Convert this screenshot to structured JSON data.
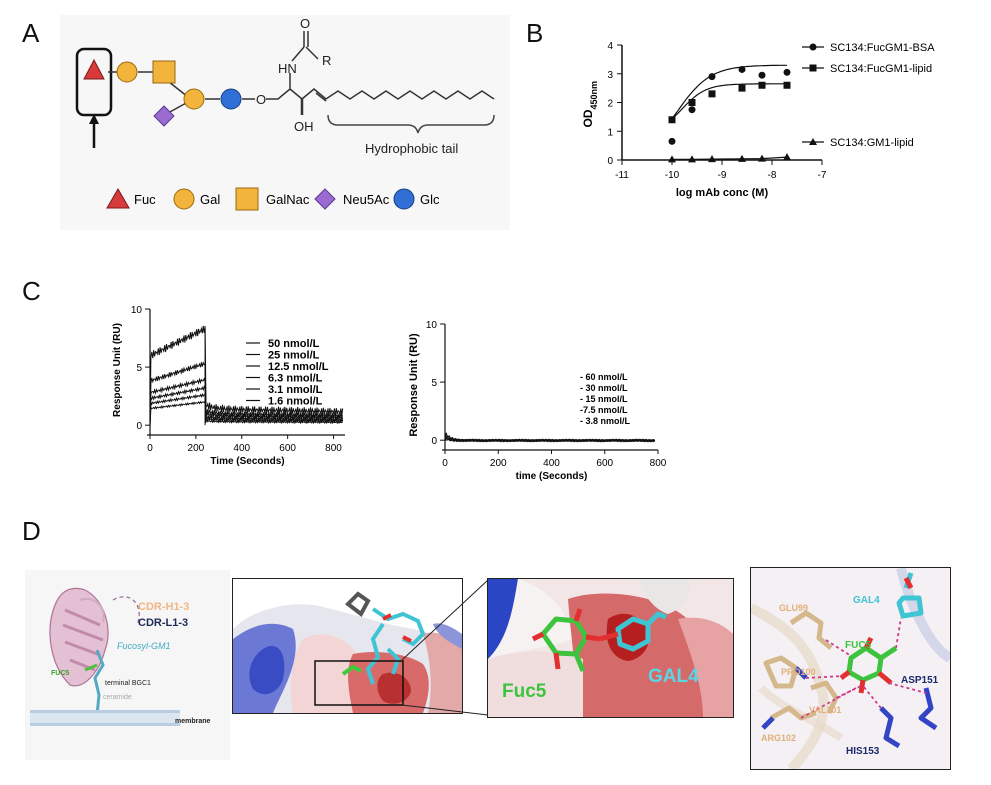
{
  "panels": {
    "A": {
      "letter": "A",
      "r_group": "R",
      "o_atom": "O",
      "hn": "HN",
      "oh": "OH",
      "o_link": "O",
      "tail_label": "Hydrophobic tail",
      "legend": [
        {
          "shape": "triangle",
          "color": "#d63a3a",
          "label": "Fuc"
        },
        {
          "shape": "circle",
          "color": "#f2b43a",
          "label": "Gal"
        },
        {
          "shape": "square",
          "color": "#f2b43a",
          "label": "GalNac"
        },
        {
          "shape": "diamond",
          "color": "#9b6bd1",
          "label": "Neu5Ac"
        },
        {
          "shape": "circle",
          "color": "#2f6fd6",
          "label": "Glc"
        }
      ]
    },
    "B": {
      "letter": "B"
    },
    "C": {
      "letter": "C"
    },
    "D": {
      "letter": "D",
      "cdr_h": "CDR-H1-3",
      "cdr_l": "CDR-L1-3",
      "fucosyl": "Fucosyl-GM1",
      "fuc5_small": "FUC5",
      "terminal": "terminal BGC1",
      "ceramide": "ceramide",
      "membrane": "membrane",
      "fuc5_big": "Fuc5",
      "gal4_big": "GAL4",
      "residues": {
        "glu": "GLU99",
        "gal4": "GAL4",
        "fuc5": "FUC5",
        "pro": "PRO100",
        "val": "VAL101",
        "arg": "ARG102",
        "asp": "ASP151",
        "his": "HIS153"
      }
    }
  },
  "chart_data": [
    {
      "type": "scatter",
      "panel": "B",
      "ylabel": "OD",
      "ylabel_sub": "450nm",
      "xlabel": "log mAb conc (M)",
      "xlim": [
        -11,
        -7
      ],
      "ylim": [
        0,
        4
      ],
      "xticks": [
        "-11",
        "-10",
        "-9",
        "-8",
        "-7"
      ],
      "yticks": [
        "0",
        "1",
        "2",
        "3",
        "4"
      ],
      "legend_position": "right",
      "series": [
        {
          "name": "SC134:FucGM1-BSA",
          "marker": "circle",
          "x": [
            -10,
            -9.6,
            -9.2,
            -8.6,
            -8.2,
            -7.7
          ],
          "y": [
            0.65,
            1.75,
            2.9,
            3.15,
            2.95,
            3.05
          ],
          "fit": [
            0.05,
            3.3,
            -9.9,
            1.3
          ]
        },
        {
          "name": "SC134:FucGM1-lipid",
          "marker": "square",
          "x": [
            -10,
            -9.6,
            -9.2,
            -8.6,
            -8.2,
            -7.7
          ],
          "y": [
            1.4,
            2.0,
            2.3,
            2.5,
            2.6,
            2.6
          ],
          "fit": [
            0.9,
            2.65,
            -9.8,
            1.8
          ]
        },
        {
          "name": "SC134:GM1-lipid",
          "marker": "triangle",
          "x": [
            -10,
            -9.6,
            -9.2,
            -8.6,
            -8.2,
            -7.7
          ],
          "y": [
            0.02,
            0.02,
            0.03,
            0.04,
            0.05,
            0.1
          ],
          "fit": null
        }
      ]
    },
    {
      "type": "line",
      "panel": "C-left",
      "xlabel": "Time (Seconds)",
      "ylabel": "Response Unit (RU)",
      "xlim": [
        0,
        850
      ],
      "ylim": [
        -0.5,
        10
      ],
      "xticks": [
        "0",
        "200",
        "400",
        "600",
        "800"
      ],
      "yticks": [
        "0",
        "5",
        "10"
      ],
      "series": [
        {
          "name": "50 nmol/L",
          "peak": 8.3,
          "plateau": 1.4
        },
        {
          "name": "25 nmol/L",
          "peak": 5.3,
          "plateau": 1.0
        },
        {
          "name": "12.5 nmol/L",
          "peak": 3.9,
          "plateau": 0.8
        },
        {
          "name": "6.3 nmol/L",
          "peak": 3.2,
          "plateau": 0.6
        },
        {
          "name": "3.1 nmol/L",
          "peak": 2.6,
          "plateau": 0.45
        },
        {
          "name": "1.6 nmol/L",
          "peak": 2.0,
          "plateau": 0.3
        }
      ]
    },
    {
      "type": "line",
      "panel": "C-right",
      "xlabel": "time (Seconds)",
      "ylabel": "Response Unit (RU)",
      "xlim": [
        0,
        800
      ],
      "ylim": [
        -0.5,
        10
      ],
      "xticks": [
        "0",
        "200",
        "400",
        "600",
        "800"
      ],
      "yticks": [
        "0",
        "5",
        "10"
      ],
      "series": [
        {
          "name": "- 60 nmol/L",
          "peak": 0.7
        },
        {
          "name": "- 30 nmol/L",
          "peak": 0.5
        },
        {
          "name": "- 15 nmol/L",
          "peak": 0.35
        },
        {
          "name": "-7.5 nmol/L",
          "peak": 0.25
        },
        {
          "name": "- 3.8 nmol/L",
          "peak": 0.15
        }
      ]
    }
  ]
}
